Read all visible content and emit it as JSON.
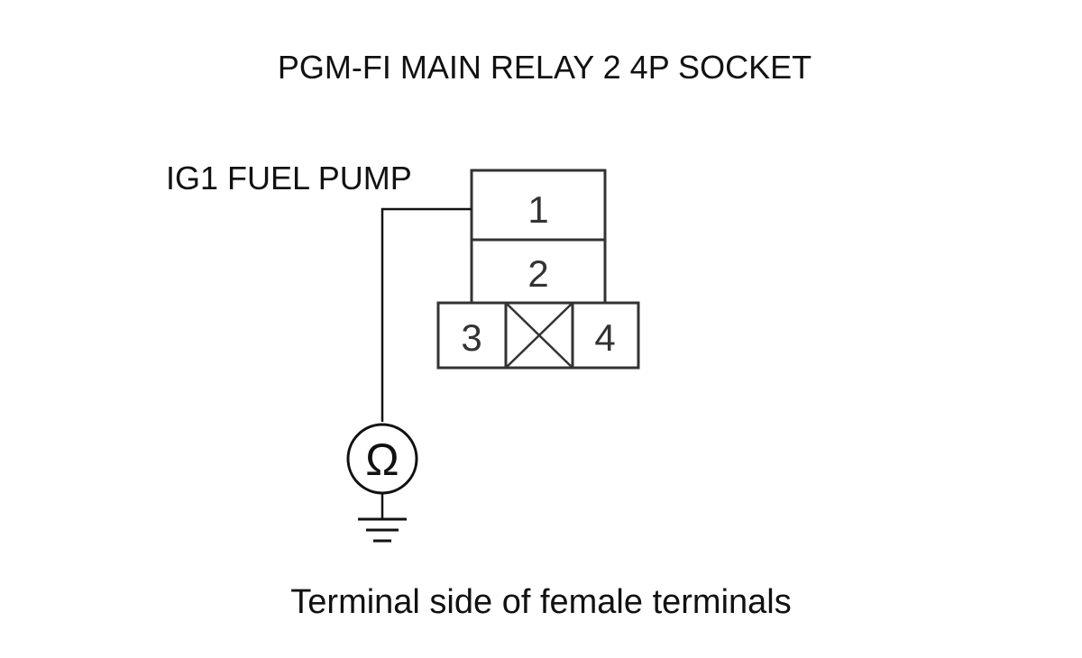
{
  "title": "PGM-FI MAIN RELAY 2 4P SOCKET",
  "wire_label": "IG1 FUEL PUMP",
  "caption": "Terminal side of female terminals",
  "terminals": {
    "t1": "1",
    "t2": "2",
    "t3": "3",
    "t4": "4"
  },
  "meter_symbol": "Ω",
  "meter_icon": "ohmmeter-icon",
  "ground_icon": "ground-icon",
  "blank_terminal_icon": "x-box-icon"
}
